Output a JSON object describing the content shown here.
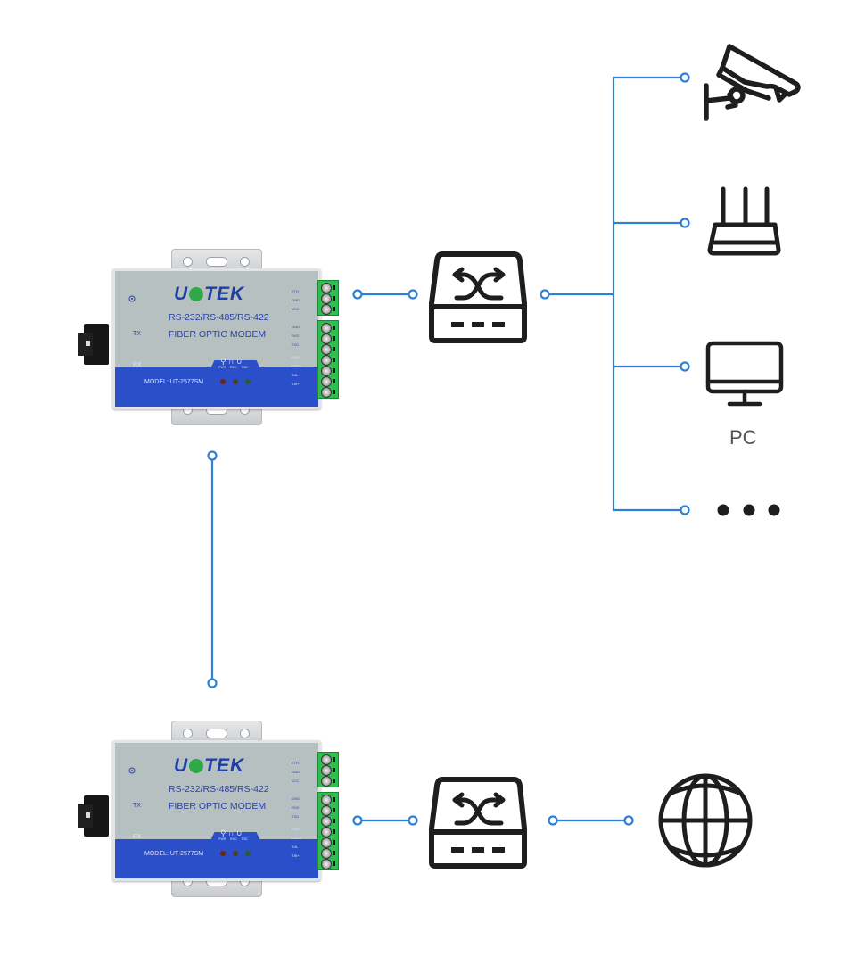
{
  "diagram": {
    "title": "Fiber optic modem network topology",
    "line_color": "#2f7fd6",
    "icon_color": "#1e1e1e",
    "modems": [
      {
        "id": "modem-top",
        "brand": "UOTEK",
        "line1": "RS-232/RS-485/RS-422",
        "line2": "FIBER OPTIC MODEM",
        "model": "MODEL: UT-2577SM",
        "tx": "TX",
        "rx": "RX",
        "led_labels": "PWR RXD TXD",
        "leds": [
          "#6a2418",
          "#4b4020",
          "#2f5b2a"
        ],
        "terminal_labels_top": [
          "ETH",
          "GND",
          "VCC"
        ],
        "terminal_labels_mid": [
          "GND",
          "RXD",
          "TXD"
        ],
        "terminal_labels_bot": [
          "RXD-",
          "RXD+",
          "T/A-",
          "T/B+"
        ]
      },
      {
        "id": "modem-bottom",
        "brand": "UOTEK",
        "line1": "RS-232/RS-485/RS-422",
        "line2": "FIBER OPTIC MODEM",
        "model": "MODEL: UT-2577SM",
        "tx": "TX",
        "rx": "RX",
        "led_labels": "PWR RXD TXD",
        "leds": [
          "#6a2418",
          "#4b4020",
          "#2f5b2a"
        ],
        "terminal_labels_top": [
          "ETH",
          "GND",
          "VCC"
        ],
        "terminal_labels_mid": [
          "GND",
          "RXD",
          "TXD"
        ],
        "terminal_labels_bot": [
          "RXD-",
          "RXD+",
          "T/A-",
          "T/B+"
        ]
      }
    ],
    "nodes": [
      {
        "id": "switch-top",
        "icon": "network-switch-icon"
      },
      {
        "id": "switch-bottom",
        "icon": "network-switch-icon"
      },
      {
        "id": "camera",
        "icon": "security-camera-icon"
      },
      {
        "id": "router",
        "icon": "router-icon"
      },
      {
        "id": "pc",
        "icon": "monitor-icon",
        "label": "PC"
      },
      {
        "id": "more",
        "icon": "ellipsis-icon"
      },
      {
        "id": "internet",
        "icon": "globe-icon"
      }
    ]
  }
}
